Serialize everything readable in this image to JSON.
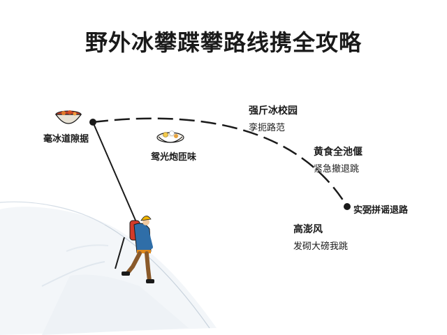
{
  "title": "野外冰攀蹀攀路线携全攻略",
  "labels": {
    "start": "毫冰道隙据",
    "food": "鸳光炮匝味",
    "campus_title": "强斤冰校园",
    "campus_sub": "孪扼路范",
    "gold_title": "黄食全池偃",
    "gold_sub": "紧急撤退跳",
    "end": "实弼拼谣退路",
    "wind_title": "高澎风",
    "wind_sub": "发砌大磅我跳"
  },
  "colors": {
    "ink": "#1a1a1a",
    "jacket": "#2f6ea8",
    "backpack": "#d23b2a",
    "helmet": "#f0b400",
    "snow_shadow": "#dfe6ee"
  },
  "icons": {
    "start": "stew-bowl-icon",
    "food": "dish-icon",
    "climber": "ice-climber-icon"
  }
}
